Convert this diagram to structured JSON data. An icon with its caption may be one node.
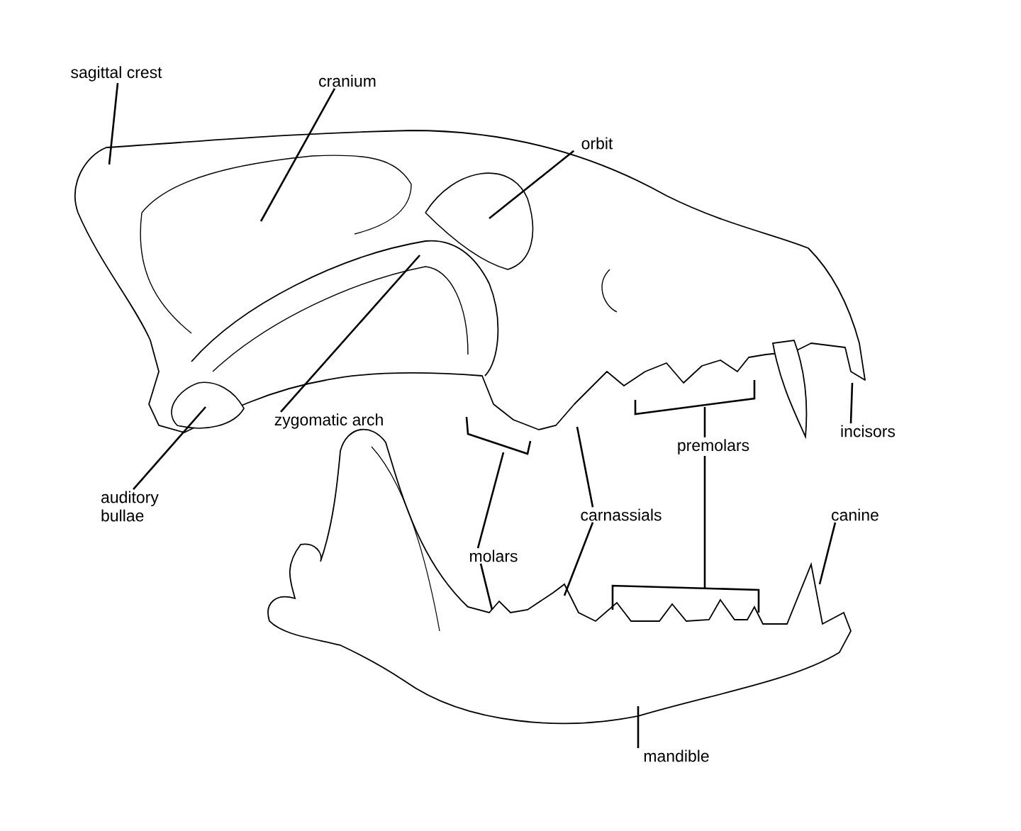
{
  "diagram": {
    "nodes": [
      {
        "text": [
          "sagittal crest"
        ]
      },
      {
        "text": [
          "cranium"
        ]
      },
      {
        "text": [
          "orbit"
        ]
      },
      {
        "text": [
          "zygomatic arch"
        ]
      },
      {
        "text": [
          "incisors"
        ]
      },
      {
        "text": [
          "premolars"
        ]
      },
      {
        "text": [
          "auditory bullae"
        ]
      },
      {
        "text": [
          "carnassials"
        ]
      },
      {
        "text": [
          "canine"
        ]
      },
      {
        "text": [
          "molars"
        ]
      },
      {
        "text": [
          "mandible"
        ]
      }
    ],
    "edges": [
      {
        "from": 0,
        "to": null,
        "arrow": "none"
      },
      {
        "from": 1,
        "to": null,
        "arrow": "none"
      },
      {
        "from": 2,
        "to": null,
        "arrow": "none"
      },
      {
        "from": 3,
        "to": null,
        "arrow": "none"
      },
      {
        "from": 4,
        "to": null,
        "arrow": "none"
      },
      {
        "from": 5,
        "to": null,
        "arrow": "none"
      },
      {
        "from": 5,
        "to": null,
        "arrow": "none"
      },
      {
        "from": 6,
        "to": null,
        "arrow": "none"
      },
      {
        "from": 7,
        "to": null,
        "arrow": "none"
      },
      {
        "from": 7,
        "to": null,
        "arrow": "none"
      },
      {
        "from": 8,
        "to": null,
        "arrow": "none"
      },
      {
        "from": 9,
        "to": null,
        "arrow": "none"
      },
      {
        "from": 9,
        "to": null,
        "arrow": "none"
      },
      {
        "from": 10,
        "to": null,
        "arrow": "none"
      }
    ]
  }
}
